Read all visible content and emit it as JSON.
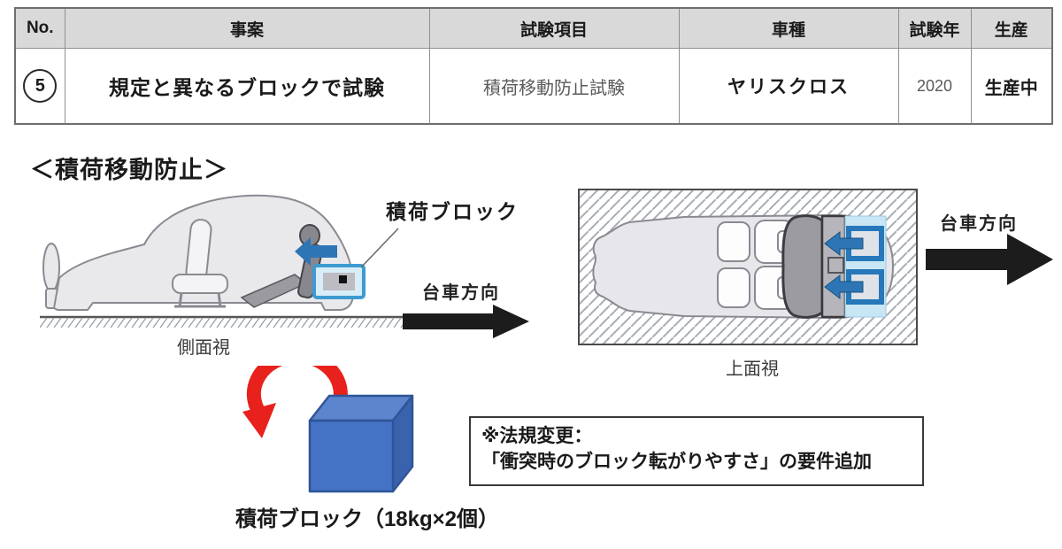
{
  "table": {
    "headers": {
      "no": "No.",
      "case": "事案",
      "test_item": "試験項目",
      "model": "車種",
      "test_year": "試験年",
      "production": "生産"
    },
    "row": {
      "no": "5",
      "case": "規定と異なるブロックで試験",
      "test_item": "積荷移動防止試験",
      "model": "ヤリスクロス",
      "test_year": "2020",
      "production": "生産中"
    }
  },
  "diagram": {
    "title": "＜積荷移動防止＞",
    "cargo_block_callout": "積荷ブロック",
    "side_view_label": "側面視",
    "top_view_label": "上面視",
    "dolly_direction_left": "台車方向",
    "dolly_direction_right": "台車方向",
    "cube_caption": "積荷ブロック（18kg×2個）",
    "note": {
      "line1": "※法規変更：",
      "line2": "「衝突時のブロック転がりやすさ」の要件追加"
    }
  },
  "colors": {
    "accent_blue": "#2e75b6",
    "block_outline_blue": "#3d9bd1",
    "light_blue_fill": "#d8edf8",
    "cube_front": "#4472c4",
    "cube_top": "#5c85ce",
    "cube_side": "#3a63ae",
    "arrow_red": "#e8211d",
    "arrow_black": "#1c1c1c",
    "header_bg": "#d9d9d9"
  }
}
